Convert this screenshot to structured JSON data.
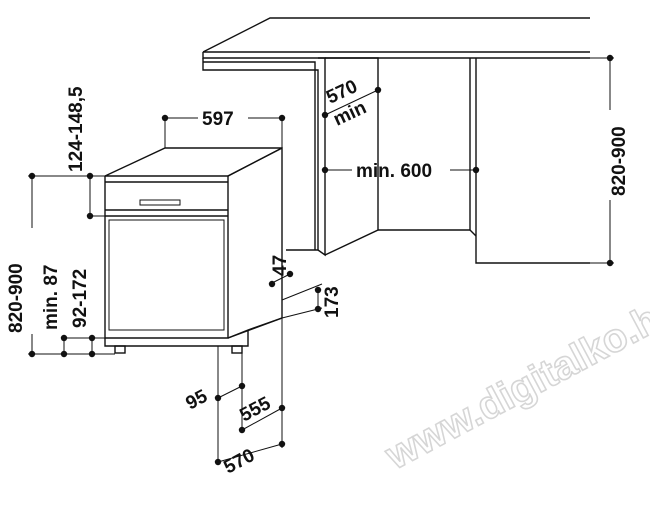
{
  "dimensions": {
    "width_597": "597",
    "niche_depth_570": "570",
    "niche_depth_min": "min",
    "niche_width": "min. 600",
    "cabinet_height": "820-900",
    "adjust_top": "124-148,5",
    "height_left": "820-900",
    "plinth_min": "min. 87",
    "plinth_range": "92-172",
    "door_offset": "47",
    "plinth_173": "173",
    "depth_95": "95",
    "depth_555": "555",
    "depth_570": "570"
  },
  "watermark": "www.digitalko.hu",
  "colors": {
    "line": "#111111",
    "watermark": "#d6d6d6"
  }
}
